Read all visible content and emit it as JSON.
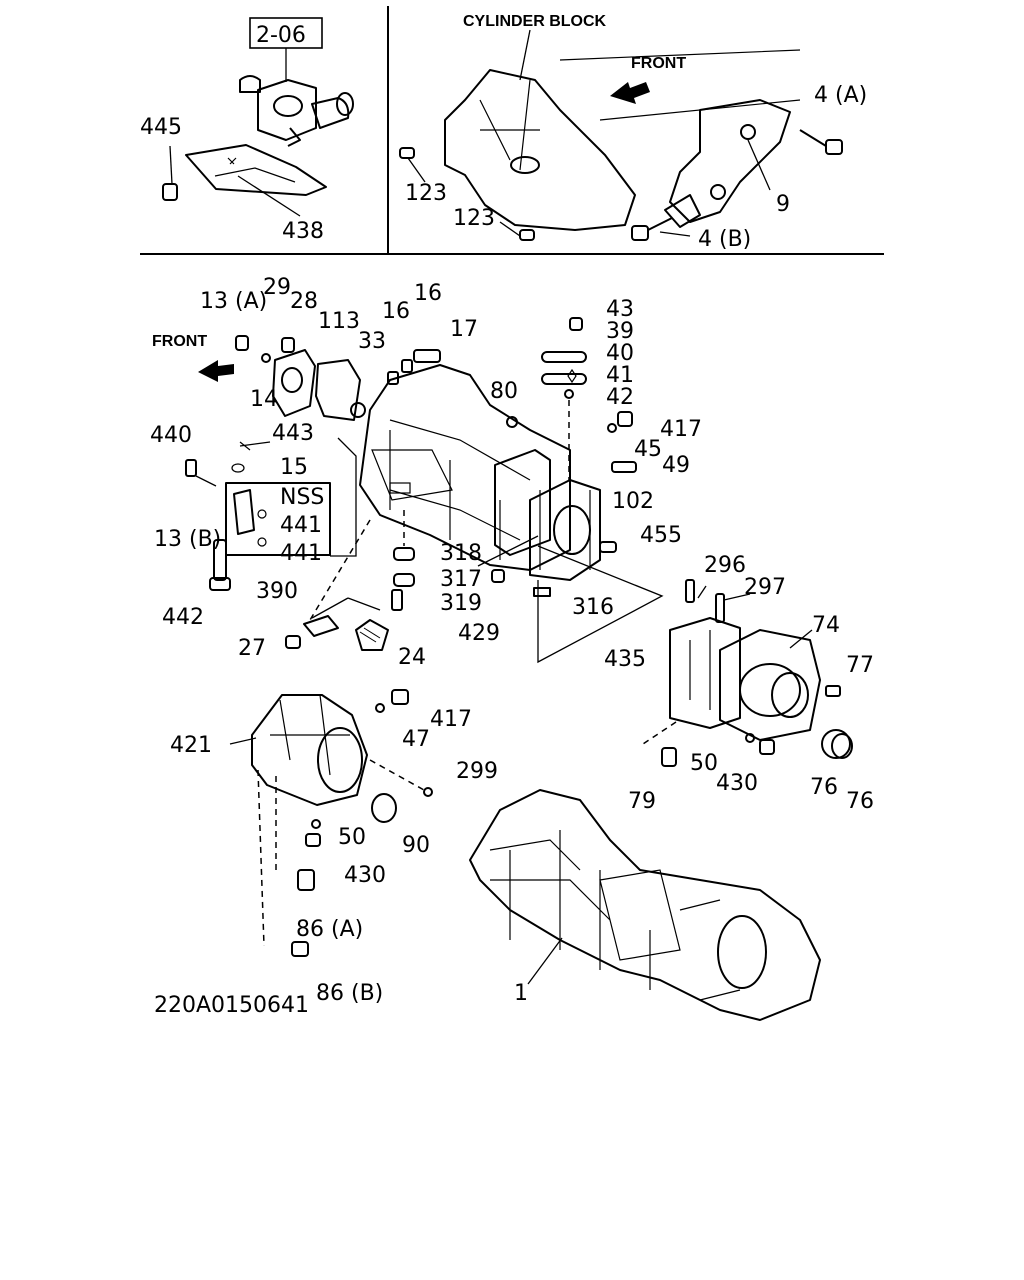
{
  "diagram": {
    "drawing_code": "220A0150641",
    "reference_box": "2-06",
    "header_labels": {
      "cylinder_block": "CYLINDER BLOCK",
      "front_top": "FRONT",
      "front_left": "FRONT"
    },
    "part_numbers": {
      "p445": "445",
      "p438": "438",
      "p123a": "123",
      "p123b": "123",
      "p4a": "4 (A)",
      "p4b": "4 (B)",
      "p9": "9",
      "p13a": "13 (A)",
      "p29": "29",
      "p28": "28",
      "p113": "113",
      "p16a": "16",
      "p16b": "16",
      "p17": "17",
      "p33": "33",
      "p14": "14",
      "p43": "43",
      "p39": "39",
      "p40": "40",
      "p41": "41",
      "p42": "42",
      "p80": "80",
      "p417a": "417",
      "p45": "45",
      "p49": "49",
      "p440": "440",
      "p443": "443",
      "p15": "15",
      "pNSS": "NSS",
      "p441a": "441",
      "p441b": "441",
      "p13b": "13 (B)",
      "p442": "442",
      "p102": "102",
      "p455": "455",
      "p318": "318",
      "p317": "317",
      "p319": "319",
      "p390": "390",
      "p27": "27",
      "p24": "24",
      "p429": "429",
      "p316": "316",
      "p435": "435",
      "p296": "296",
      "p297": "297",
      "p74": "74",
      "p77": "77",
      "p50a": "50",
      "p430a": "430",
      "p79": "79",
      "p76a": "76",
      "p76b": "76",
      "p421": "421",
      "p417b": "417",
      "p47": "47",
      "p299": "299",
      "p50b": "50",
      "p90": "90",
      "p430b": "430",
      "p86a": "86 (A)",
      "p86b": "86 (B)",
      "p1": "1"
    }
  }
}
